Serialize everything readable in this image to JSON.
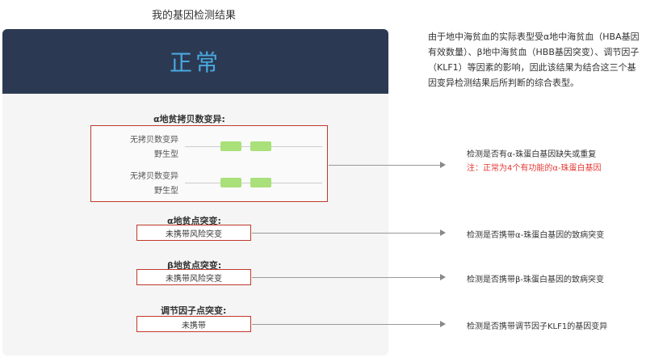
{
  "page": {
    "title": "我的基因检测结果"
  },
  "result": {
    "value": "正常",
    "explanation": "由于地中海贫血的实际表型受α地中海贫血（HBA基因有效数量）、β地中海贫血（HBB基因突变）、调节因子（KLF1）等因素的影响，因此该结果为结合这三个基因变异检测结果后所判断的综合表型。"
  },
  "sections": {
    "copy_number": {
      "title": "α地贫拷贝数变异:",
      "rows": [
        {
          "label_line1": "无拷贝数变异",
          "label_line2": "野生型"
        },
        {
          "label_line1": "无拷贝数变异",
          "label_line2": "野生型"
        }
      ],
      "note": "检测是否有α-珠蛋白基因缺失或重复",
      "note_red": "注：正常为4个有功能的α-珠蛋白基因"
    },
    "alpha_point": {
      "title": "α地贫点突变:",
      "value": "未携带风险突变",
      "note": "检测是否携带α-珠蛋白基因的致病突变"
    },
    "beta_point": {
      "title": "β地贫点突变:",
      "value": "未携带风险突变",
      "note": "检测是否携带β-珠蛋白基因的致病突变"
    },
    "klf1_point": {
      "title": "调节因子点突变:",
      "value": "未携带",
      "note": "检测是否携带调节因子KLF1的基因变异"
    }
  },
  "colors": {
    "header_bg": "#2b3a52",
    "result_text": "#4aa8e0",
    "highlight_border": "#c0392b",
    "gene_block": "#a9e07a",
    "note_red": "#e53935"
  }
}
